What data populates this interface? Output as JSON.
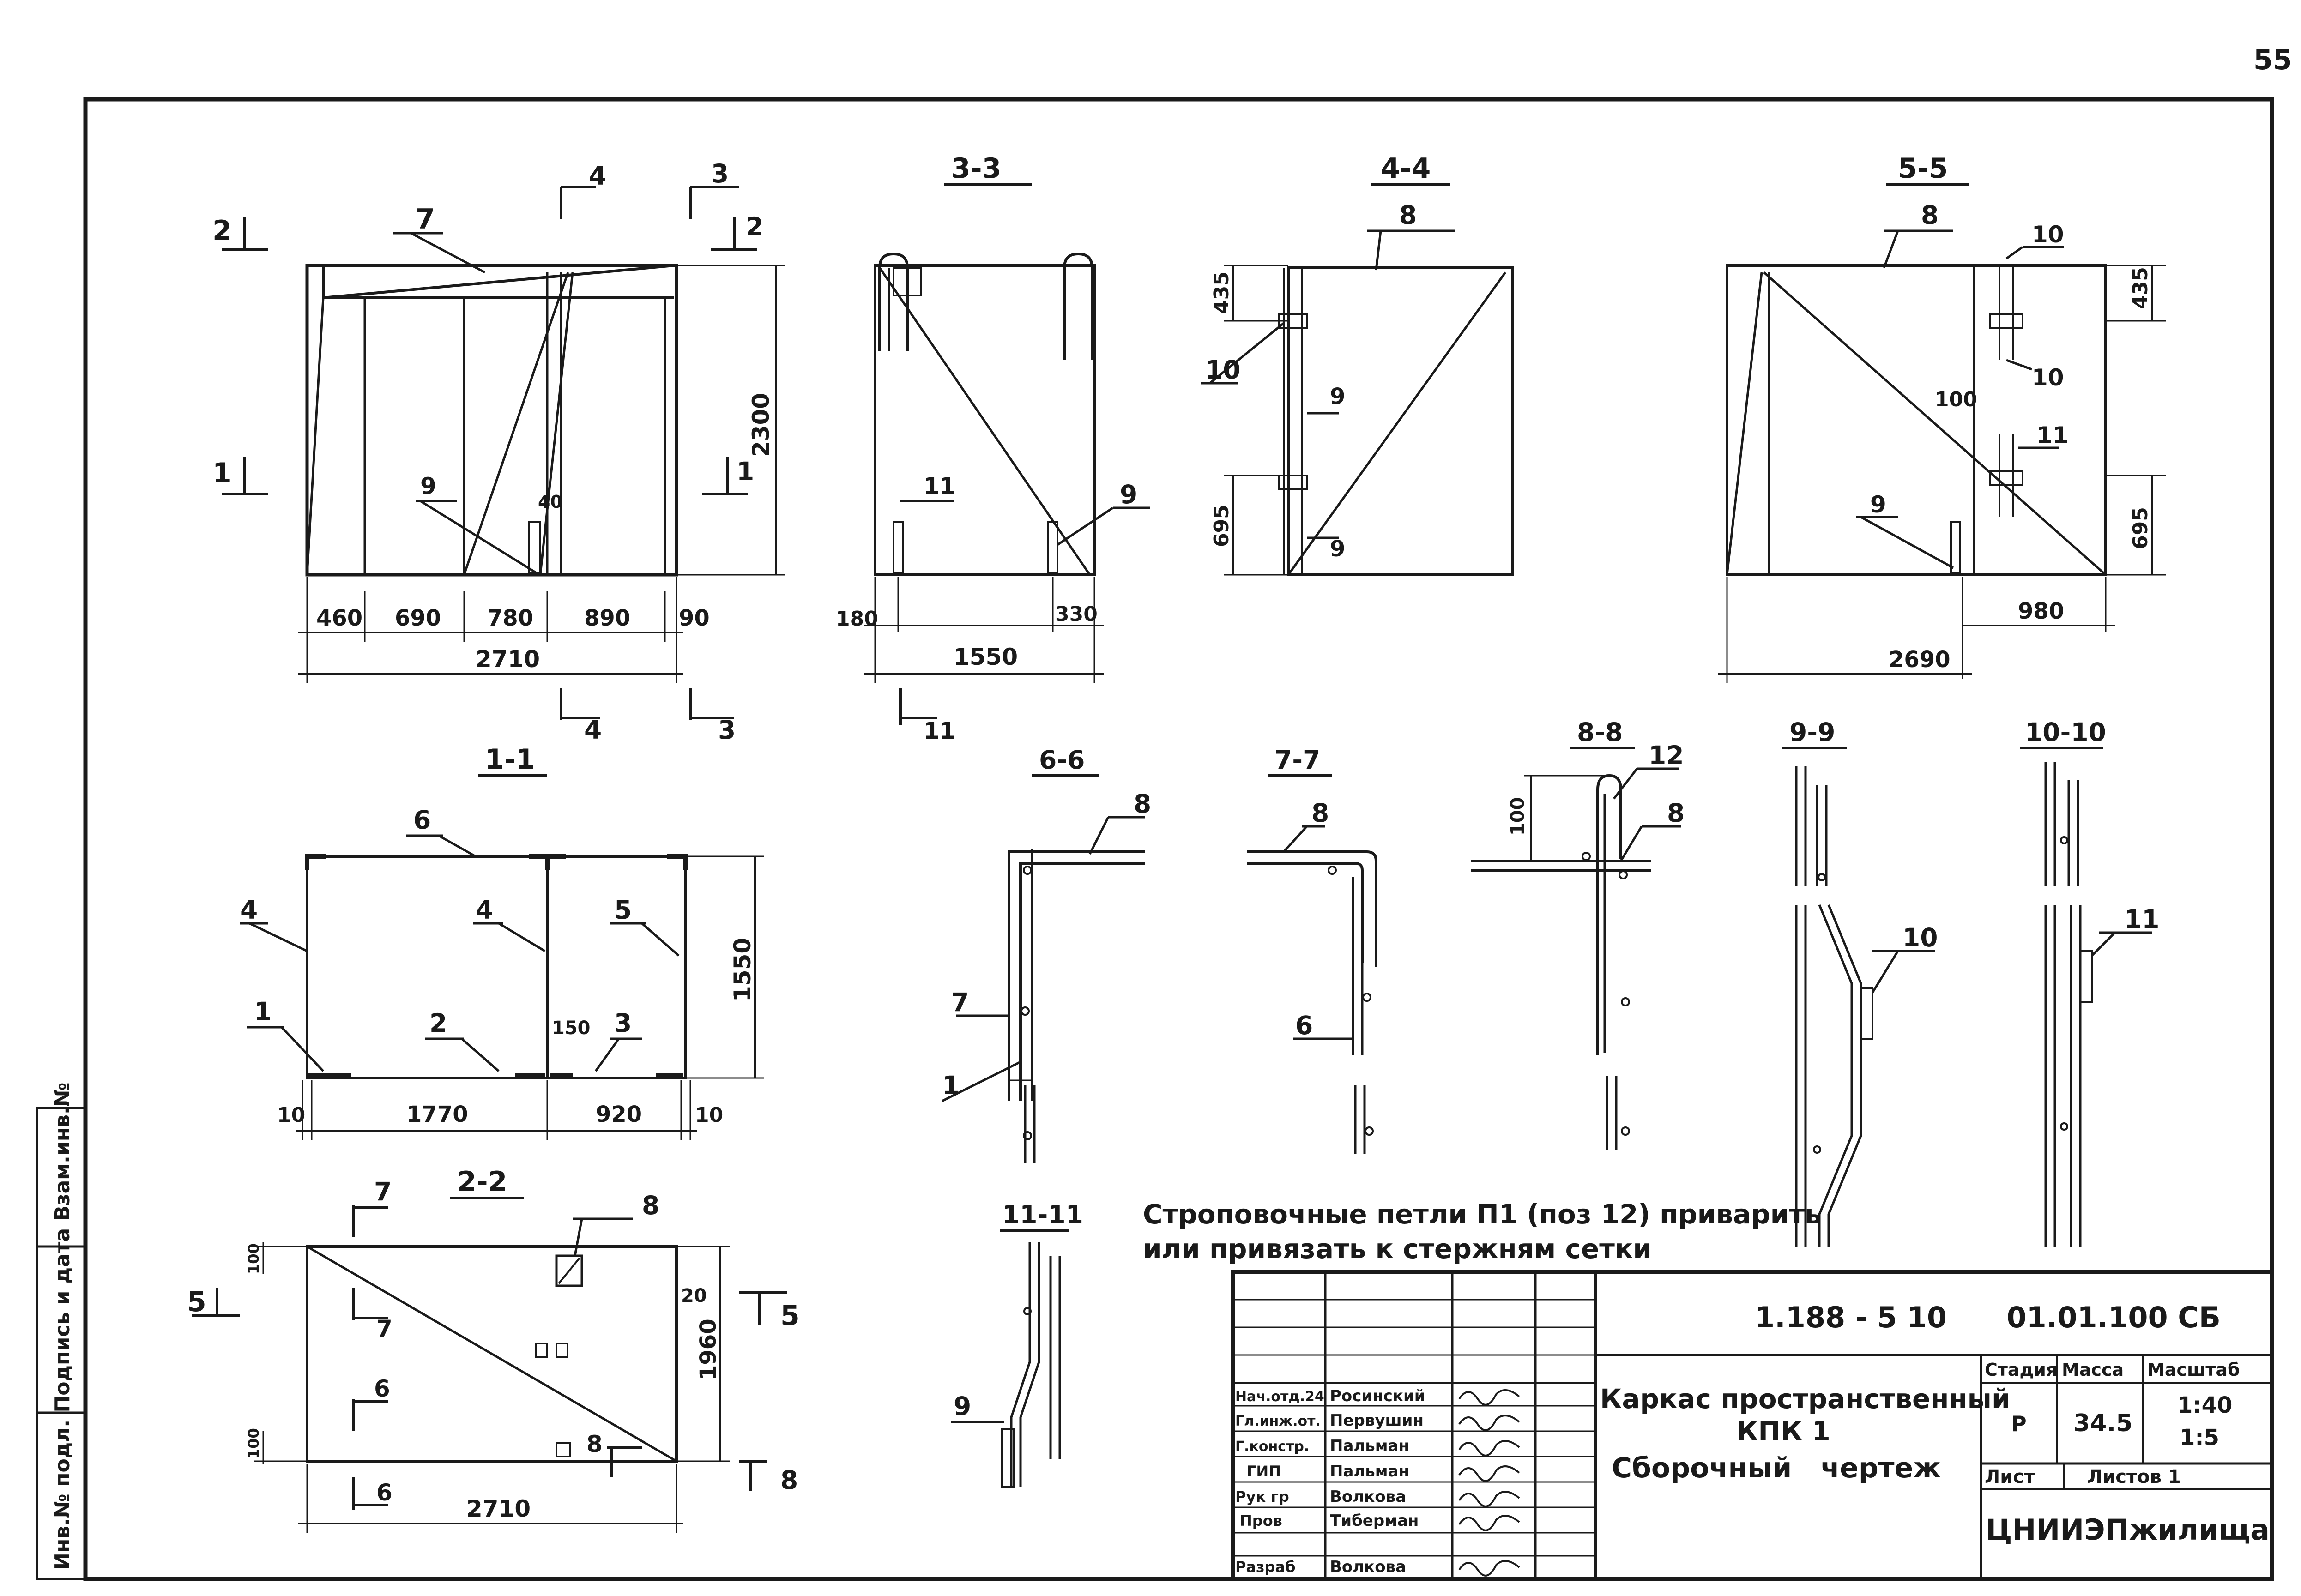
{
  "page_number": "55",
  "sections": {
    "s3_3": "3-3",
    "s4_4": "4-4",
    "s5_5": "5-5",
    "s1_1": "1-1",
    "s2_2": "2-2",
    "s6_6": "6-6",
    "s7_7": "7-7",
    "s8_8": "8-8",
    "s9_9": "9-9",
    "s10_10": "10-10",
    "s11_11": "11-11"
  },
  "elevation": {
    "cut_2_left": "2",
    "cut_2_right": "2",
    "cut_1_left": "1",
    "cut_1_right": "1",
    "cut_4_top": "4",
    "cut_3_top": "3",
    "cut_4_bottom": "4",
    "cut_3_bottom": "3",
    "pos_7": "7",
    "pos_9": "9",
    "dim_40": "40",
    "dim_2300": "2300",
    "dim_460": "460",
    "dim_690": "690",
    "dim_780": "780",
    "dim_890": "890",
    "dim_90": "90",
    "dim_2710": "2710"
  },
  "view_3_3": {
    "pos_11": "11",
    "pos_9": "9",
    "dim_180": "180",
    "dim_330": "330",
    "dim_1550": "1550",
    "cut_11": "11"
  },
  "view_4_4": {
    "pos_8": "8",
    "pos_10": "10",
    "pos_9a": "9",
    "pos_9b": "9",
    "dim_435": "435",
    "dim_695": "695"
  },
  "view_5_5": {
    "pos_8": "8",
    "pos_10a": "10",
    "pos_10b": "10",
    "pos_11": "11",
    "pos_9": "9",
    "dim_100": "100",
    "dim_435": "435",
    "dim_695": "695",
    "dim_980": "980",
    "dim_2690": "2690"
  },
  "view_1_1": {
    "pos_6": "6",
    "pos_4a": "4",
    "pos_4b": "4",
    "pos_5": "5",
    "pos_1": "1",
    "pos_2": "2",
    "pos_3": "3",
    "dim_150": "150",
    "dim_1550": "1550",
    "dim_10a": "10",
    "dim_1770": "1770",
    "dim_920": "920",
    "dim_10b": "10"
  },
  "view_2_2": {
    "cut_7": "7",
    "cut_7b": "7",
    "pos_8": "8",
    "cut_6": "6",
    "cut_6b": "6",
    "cut_8": "8",
    "cut_8r": "8",
    "cut_5l": "5",
    "cut_5r": "5",
    "dim_20": "20",
    "dim_1960": "1960",
    "dim_2710": "2710",
    "dim_a": "100",
    "dim_b": "100"
  },
  "details": {
    "d6_pos8": "8",
    "d6_pos7": "7",
    "d6_pos1": "1",
    "d7_pos8": "8",
    "d7_pos6": "6",
    "d8_pos12": "12",
    "d8_pos8": "8",
    "d8_dim100": "100",
    "d9_pos10": "10",
    "d10_pos11": "11",
    "d11_pos9": "9"
  },
  "note": {
    "line1": "Строповочные петли П1 (поз 12) приварить",
    "line2": "или привязать к стержням сетки"
  },
  "title_block": {
    "doc_code": "1.188 - 5 10      01.01.100 СБ",
    "title_line1": "Каркас пространственный",
    "title_line2": "КПК 1",
    "title_line3": "Сборочный   чертеж",
    "stage_label": "Стадия",
    "mass_label": "Масса",
    "scale_label": "Масштаб",
    "stage_value": "Р",
    "mass_value": "34.5",
    "scale_value1": "1:40",
    "scale_value2": "1:5",
    "sheet_label": "Лист",
    "sheets_label": "Листов 1",
    "org": "ЦНИИЭПжилища",
    "people": [
      {
        "role": "Нач.отд.24",
        "name": "Росинский"
      },
      {
        "role": "Гл.инж.от.",
        "name": "Первушин"
      },
      {
        "role": "Г.констр.",
        "name": "Пальман"
      },
      {
        "role": "ГИП",
        "name": "Пальман"
      },
      {
        "role": "Рук гр",
        "name": "Волкова"
      },
      {
        "role": "Пров",
        "name": "Тиберман"
      },
      {
        "role": "Разраб",
        "name": "Волкова"
      }
    ]
  },
  "side_stamp": "Инв.№ подл. Подпись и дата Взам.инв.№"
}
